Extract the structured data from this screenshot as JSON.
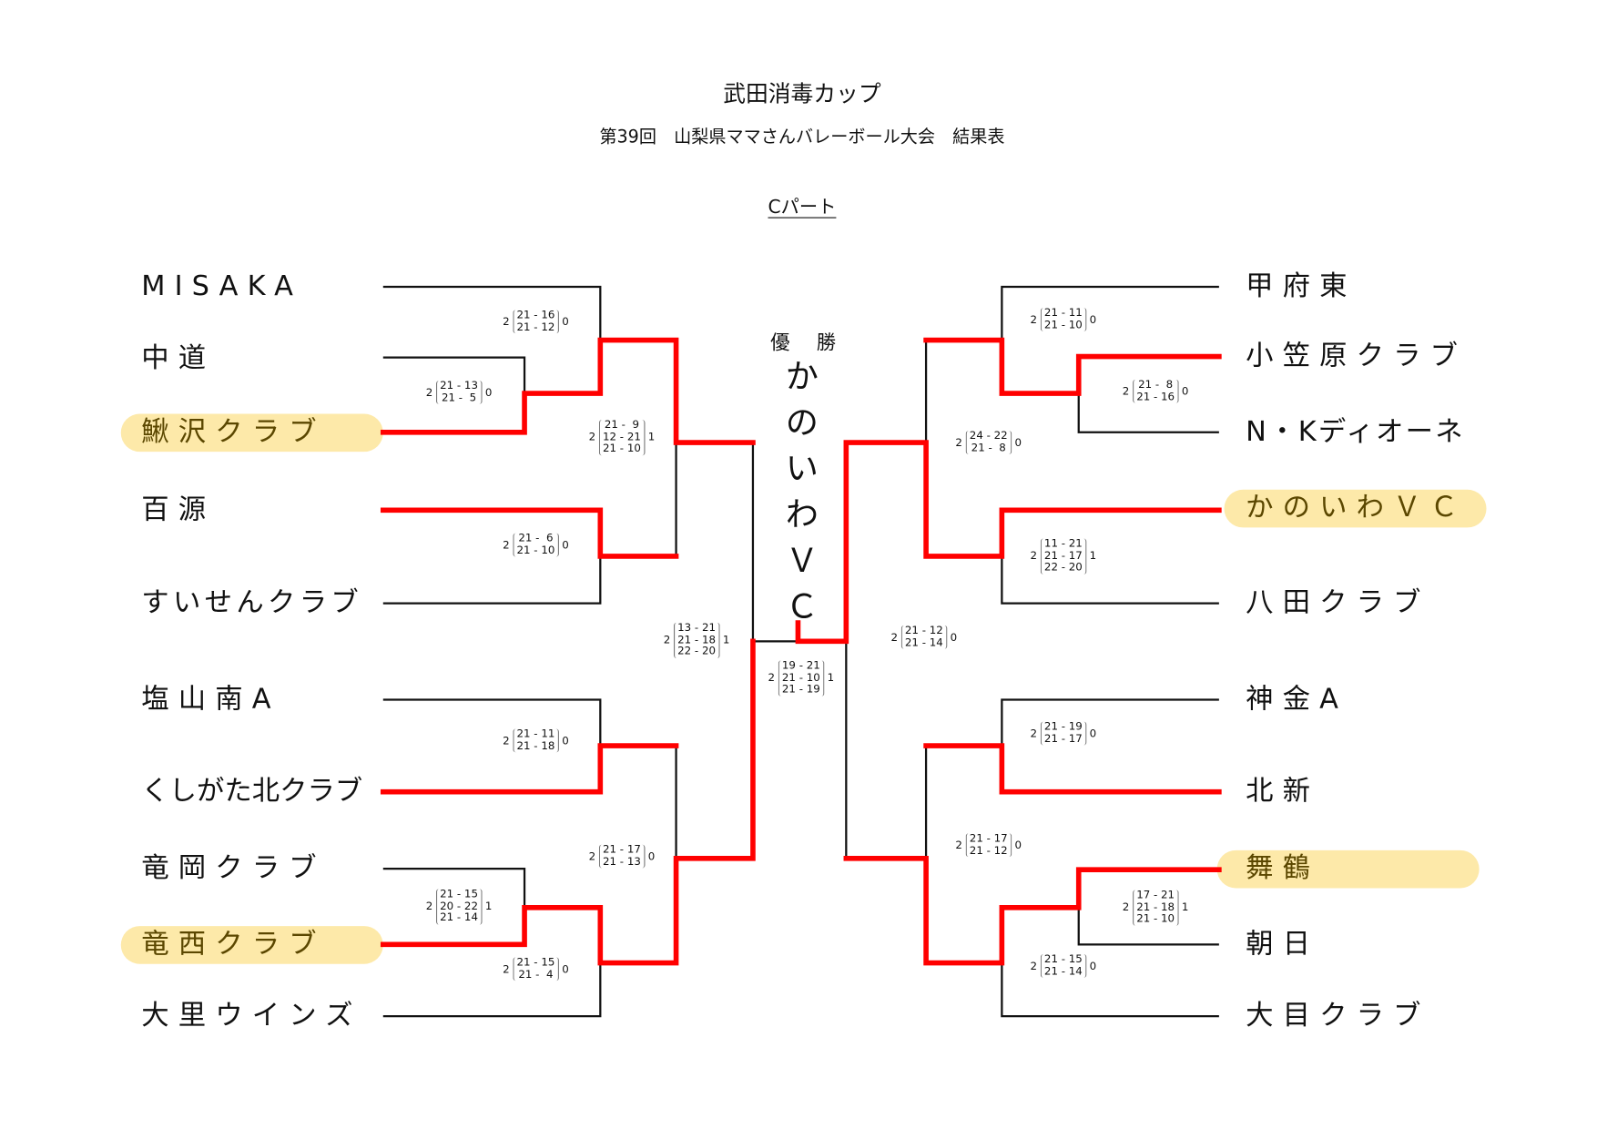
{
  "header": {
    "title": "武田消毒カップ",
    "subtitle": "第39回　山梨県ママさんバレーボール大会　結果表",
    "part": "Cパート"
  },
  "champion": {
    "label": "優 勝",
    "name": "かのいわＶＣ"
  },
  "teams_left": [
    {
      "name": "MISAKA",
      "highlight": false
    },
    {
      "name": "中道",
      "highlight": false
    },
    {
      "name": "鰍沢クラブ",
      "highlight": true
    },
    {
      "name": "百源",
      "highlight": false
    },
    {
      "name": "すいせんクラブ",
      "highlight": false
    },
    {
      "name": "塩山南A",
      "highlight": false
    },
    {
      "name": "くしがた北クラブ",
      "highlight": false
    },
    {
      "name": "竜岡クラブ",
      "highlight": false
    },
    {
      "name": "竜西クラブ",
      "highlight": true
    },
    {
      "name": "大里ウインズ",
      "highlight": false
    }
  ],
  "teams_right": [
    {
      "name": "甲府東",
      "highlight": false
    },
    {
      "name": "小笠原クラブ",
      "highlight": false
    },
    {
      "name": "N・Kディオーネ",
      "highlight": false
    },
    {
      "name": "かのいわＶＣ",
      "highlight": true
    },
    {
      "name": "八田クラブ",
      "highlight": false
    },
    {
      "name": "神金A",
      "highlight": false
    },
    {
      "name": "北新",
      "highlight": false
    },
    {
      "name": "舞鶴",
      "highlight": true
    },
    {
      "name": "朝日",
      "highlight": false
    },
    {
      "name": "大目クラブ",
      "highlight": false
    }
  ],
  "matches": [
    {
      "l": "2",
      "sets": [
        "21 - 16",
        "21 - 12"
      ],
      "r": "0"
    },
    {
      "l": "2",
      "sets": [
        "21 - 13",
        "21 -  5"
      ],
      "r": "0"
    },
    {
      "l": "2",
      "sets": [
        "21 -  9",
        "12 - 21",
        "21 - 10"
      ],
      "r": "1"
    },
    {
      "l": "2",
      "sets": [
        "21 -  6",
        "21 - 10"
      ],
      "r": "0"
    },
    {
      "l": "2",
      "sets": [
        "13 - 21",
        "21 - 18",
        "22 - 20"
      ],
      "r": "1"
    },
    {
      "l": "2",
      "sets": [
        "21 - 11",
        "21 - 18"
      ],
      "r": "0"
    },
    {
      "l": "2",
      "sets": [
        "21 - 17",
        "21 - 13"
      ],
      "r": "0"
    },
    {
      "l": "2",
      "sets": [
        "21 - 15",
        "20 - 22",
        "21 - 14"
      ],
      "r": "1"
    },
    {
      "l": "2",
      "sets": [
        "21 - 15",
        "21 -  4"
      ],
      "r": "0"
    },
    {
      "l": "2",
      "sets": [
        "19 - 21",
        "21 - 10",
        "21 - 19"
      ],
      "r": "1"
    },
    {
      "l": "2",
      "sets": [
        "21 - 12",
        "21 - 14"
      ],
      "r": "0"
    },
    {
      "l": "2",
      "sets": [
        "21 - 11",
        "21 - 10"
      ],
      "r": "0"
    },
    {
      "l": "2",
      "sets": [
        "21 -  8",
        "21 - 16"
      ],
      "r": "0"
    },
    {
      "l": "2",
      "sets": [
        "24 - 22",
        "21 -  8"
      ],
      "r": "0"
    },
    {
      "l": "2",
      "sets": [
        "11 - 21",
        "21 - 17",
        "22 - 20"
      ],
      "r": "1"
    },
    {
      "l": "2",
      "sets": [
        "21 - 19",
        "21 - 17"
      ],
      "r": "0"
    },
    {
      "l": "2",
      "sets": [
        "21 - 17",
        "21 - 12"
      ],
      "r": "0"
    },
    {
      "l": "2",
      "sets": [
        "17 - 21",
        "21 - 18",
        "21 - 10"
      ],
      "r": "1"
    },
    {
      "l": "2",
      "sets": [
        "21 - 15",
        "21 - 14"
      ],
      "r": "0"
    }
  ],
  "colors": {
    "win_line": "#ff0000",
    "line": "#111111",
    "highlight": "#fde9a9",
    "highlight_text": "#5b4700"
  }
}
